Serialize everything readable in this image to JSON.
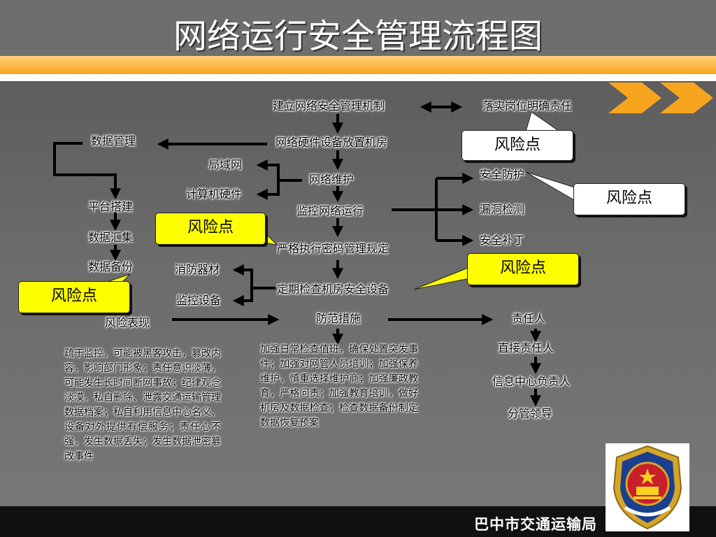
{
  "title": "网络运行安全管理流程图",
  "footer": "巴中市交通运输局",
  "flow": {
    "n1": "建立网络安全管理机制",
    "n1_right": "落实岗位明确责任",
    "n2": "网络硬件设备放置机房",
    "n3": "网络维护",
    "n4": "监控网络运行",
    "n5": "严格执行密码管理规定",
    "n6": "定期检查机房安全设备",
    "n7": "防范措施"
  },
  "left_branch": {
    "data_mgmt": "数据管理",
    "platform": "平台搭建",
    "collect": "数据汇集",
    "backup": "数据备份",
    "risk_show": "风险表现"
  },
  "maintenance": {
    "lan": "局域网",
    "hardware": "计算机硬件"
  },
  "facilities": {
    "fire": "消防器材",
    "monitor": "监控设备"
  },
  "monitoring": {
    "protect": "安全防护",
    "scan": "漏洞检测",
    "patch": "安全补丁"
  },
  "responsibility": {
    "head": "责任人",
    "direct": "直接责任人",
    "center": "信息中心负责人",
    "leader": "分管领导"
  },
  "callouts": {
    "label": "风险点"
  },
  "risk_text": "疏于监控，可能被黑客攻击，篡改内容，影响部门形象；责任意识淡薄，可能发生长时间断网事故；纪律观念淡漠，私自删除、泄露交通运输管理数据档案；私自利用信息中心名义、设备对外提供有偿服务；责任心不强，发生数据丢失；发生数据泄密篡改事件",
  "prevent_text": "加强日常检查值班，确保处置突发事件；加强对网管人员培训；加强保养维护，慎重选择维护商；加强廉政教育，严格问责；加强教育培训，做好机房及数据检查；检查数据备份制定数据恢复预案",
  "colors": {
    "accent": "#f7a51e",
    "callout_yellow": "#ffff00",
    "bg": "#6e6e6e"
  }
}
